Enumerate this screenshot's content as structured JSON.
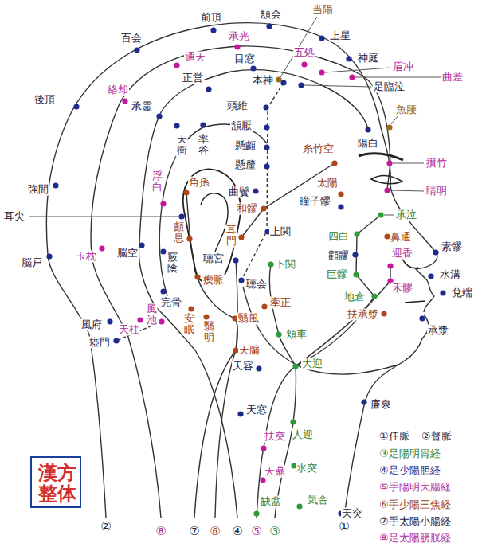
{
  "diagram": {
    "nodes": [
      {
        "text": [
          "漢方整体"
        ]
      }
    ],
    "labels": [
      "前頂",
      "顖会",
      "当陽",
      "百会",
      "承光",
      "上星",
      "通天",
      "五処",
      "目窓",
      "神庭",
      "眉冲",
      "曲差",
      "本神",
      "足臨泣",
      "正営",
      "絡却",
      "後頂",
      "承霊",
      "頭維",
      "魚腰",
      "頷厭",
      "懸顱",
      "懸釐",
      "陽白",
      "糸竹空",
      "太陽",
      "攅竹",
      "睛明",
      "天衝",
      "率谷",
      "浮白",
      "角孫",
      "曲鬢",
      "瞳子髎",
      "和髎",
      "耳尖",
      "承泣",
      "四白",
      "鼻通",
      "顴髎",
      "迎香",
      "素髎",
      "強間",
      "顱息",
      "耳門",
      "上関",
      "下関",
      "巨髎",
      "水溝",
      "兌端",
      "聴宮",
      "聴会",
      "禾髎",
      "脳戸",
      "玉枕",
      "脳空",
      "竅陰",
      "瘈脈",
      "完骨",
      "安眠",
      "翳明",
      "牽正",
      "地倉",
      "翳風",
      "頬車",
      "承漿",
      "扶承漿",
      "風府",
      "瘂門",
      "天柱",
      "風池",
      "天牖",
      "天容",
      "大迎",
      "廉泉",
      "天窓",
      "扶突",
      "人迎",
      "天鼎",
      "水突",
      "気舎",
      "缺盆",
      "天突",
      "②",
      "⑧",
      "⑦",
      "⑥",
      "④",
      "⑤",
      "③",
      "①"
    ],
    "legend": [
      {
        "text": "①任脈"
      },
      {
        "text": "②督脈"
      },
      {
        "text": "③足陽明胃経"
      },
      {
        "text": "④足少陽胆経"
      },
      {
        "text": "⑤手陽明大腸経"
      },
      {
        "text": "⑥手少陽三焦経"
      },
      {
        "text": "⑦手太陽小腸経"
      },
      {
        "text": "⑧足太陽膀胱経"
      }
    ]
  }
}
